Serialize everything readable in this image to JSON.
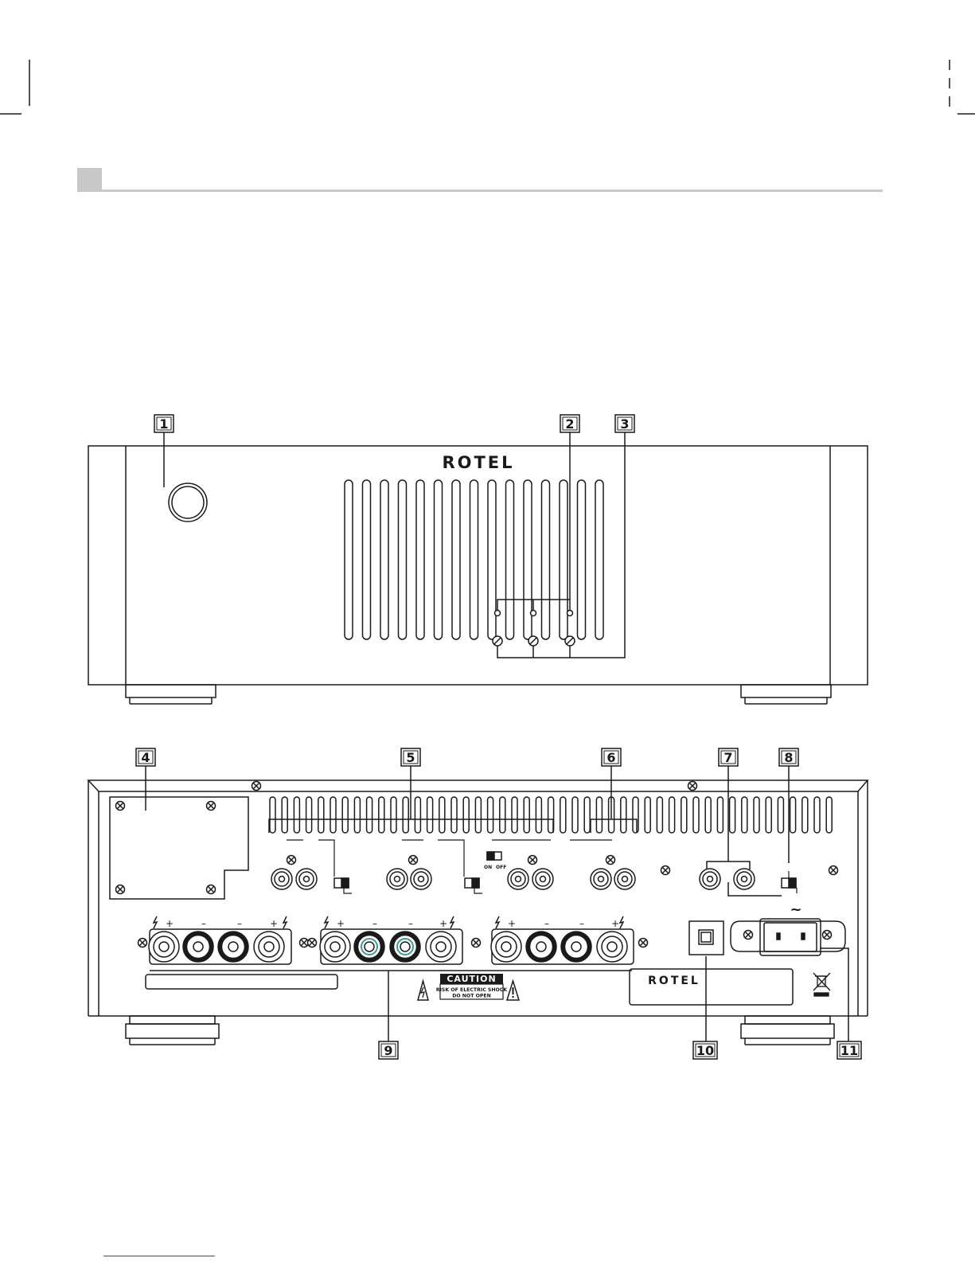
{
  "brand": {
    "logo": "ROTEL"
  },
  "callouts": {
    "n1": "1",
    "n2": "2",
    "n3": "3",
    "n4": "4",
    "n5": "5",
    "n6": "6",
    "n7": "7",
    "n8": "8",
    "n9": "9",
    "n10": "10",
    "n11": "11"
  },
  "switch_labels": {
    "on": "ON",
    "off": "OFF"
  },
  "caution": {
    "title": "CAUTION",
    "line1": "RISK OF ELECTRIC SHOCK",
    "line2": "DO NOT OPEN"
  },
  "terminal_signs": {
    "plus": "+",
    "minus": "–"
  },
  "ac_symbol": "~",
  "colors": {
    "line": "#1a1a1a",
    "header_rule": "#c8c8c8",
    "header_block": "#c8c8c8",
    "teal_ring": "#3a9a94",
    "footer_link": "#3344cc"
  }
}
